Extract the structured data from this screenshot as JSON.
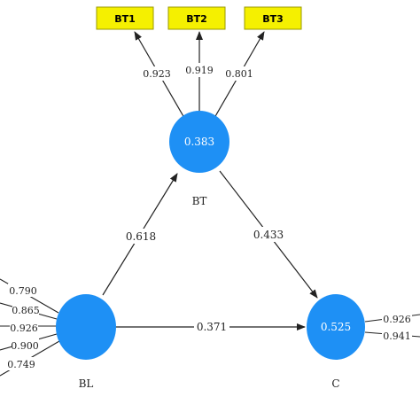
{
  "colors": {
    "construct_fill": "#1e90f5",
    "indicator_fill": "#f5f000",
    "indicator_stroke": "#9a9a00",
    "arrow": "#222222"
  },
  "constructs": {
    "bt": {
      "label": "BT",
      "r2": "0.383"
    },
    "bl": {
      "label": "BL"
    },
    "c": {
      "label": "C",
      "r2": "0.525"
    }
  },
  "bt_indicators": [
    {
      "label": "BT1",
      "loading": "0.923"
    },
    {
      "label": "BT2",
      "loading": "0.919"
    },
    {
      "label": "BT3",
      "loading": "0.801"
    }
  ],
  "bl_loadings": [
    "0.790",
    "0.865",
    "0.926",
    "0.900",
    "0.749"
  ],
  "c_loadings": [
    "0.926",
    "0.941"
  ],
  "paths": {
    "bl_to_bt": "0.618",
    "bt_to_c": "0.433",
    "bl_to_c": "0.371"
  }
}
